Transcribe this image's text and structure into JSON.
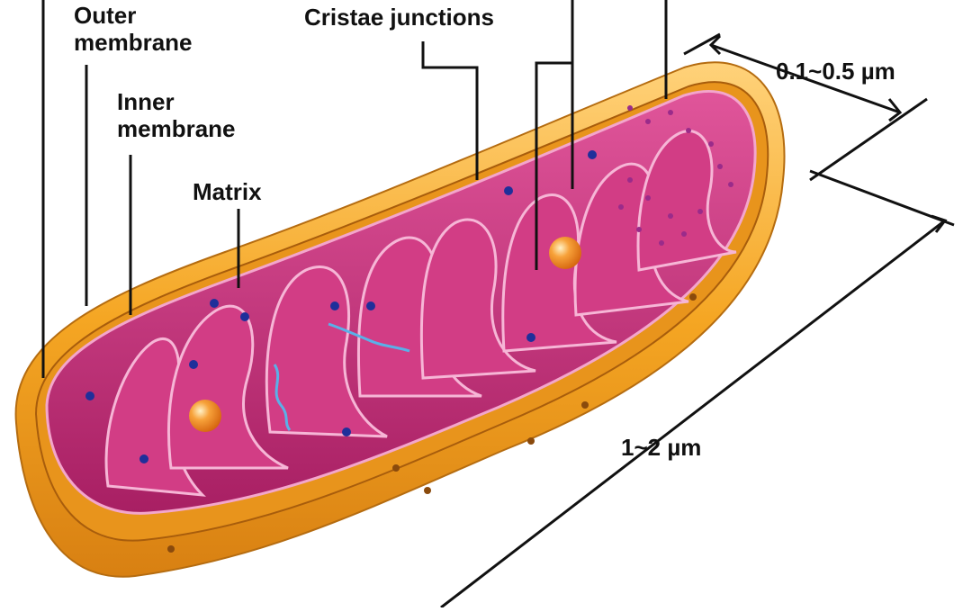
{
  "labels": {
    "outer_membrane_line1": "Outer",
    "outer_membrane_line2": "membrane",
    "inner_membrane_line1": "Inner",
    "inner_membrane_line2": "membrane",
    "matrix": "Matrix",
    "cristae_junctions": "Cristae junctions",
    "width_dimension": "0.1~0.5 µm",
    "length_dimension": "1~2 µm"
  },
  "colors": {
    "outer_membrane": "#f5a623",
    "outer_membrane_dark": "#c97a12",
    "inner_membrane": "#c72a78",
    "matrix_light": "#e0559a",
    "cristae_edge": "#f3a6cc",
    "granule": "#1f2f9a",
    "ribosome": "#9a2b8a",
    "atp_synthase": "#f08a1c",
    "dna": "#5ab0e8",
    "leader_line": "#111111"
  }
}
